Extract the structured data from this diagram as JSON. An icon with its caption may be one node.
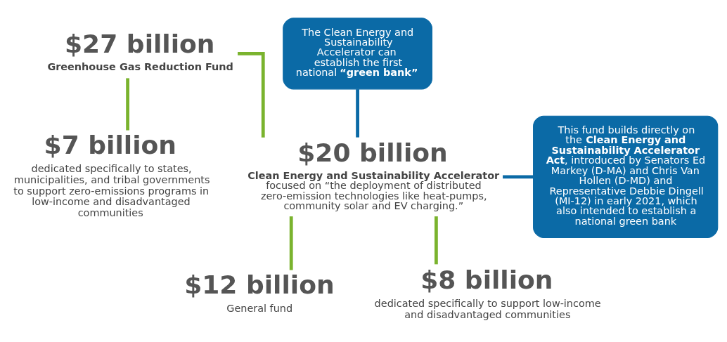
{
  "diagram": {
    "nodes": [
      {
        "text": [
          "$27 billion",
          "**Greenhouse Gas Reduction Fund**"
        ]
      },
      {
        "text": [
          "$7 billion",
          "dedicated specifically to states, municipalities, and tribal governments to support zero-emissions programs in low-income and disadvantaged communities"
        ]
      },
      {
        "text": [
          "$20 billion",
          "**Clean Energy and Sustainability Accelerator** focused on “the deployment of distributed zero-emission technologies like heat-pumps, community solar and EV charging.”"
        ]
      },
      {
        "text": [
          "$12 billion",
          "General fund"
        ]
      },
      {
        "text": [
          "$8 billion",
          "dedicated specifically to support low-income and disadvantaged communities"
        ]
      },
      {
        "text": [
          "The Clean Energy and Sustainability Accelerator can establish the first national **“green bank”**"
        ]
      },
      {
        "text": [
          "This fund builds directly on the **Clean Energy and Sustainability Accelerator Act**, introduced by Senators Ed Markey (D-MA) and Chris Van Hollen (D-MD) and Representative Debbie Dingell (MI-12) in early 2021, which also intended to establish a national green bank"
        ]
      }
    ],
    "edges": [
      {
        "from": 0,
        "to": 1,
        "arrow": "none"
      },
      {
        "from": 0,
        "to": 2,
        "arrow": "none"
      },
      {
        "from": 2,
        "to": 3,
        "arrow": "none"
      },
      {
        "from": 2,
        "to": 4,
        "arrow": "none"
      },
      {
        "from": 5,
        "to": 2,
        "arrow": "none",
        "color": "#0b6aa6"
      },
      {
        "from": 6,
        "to": 2,
        "arrow": "none",
        "color": "#0b6aa6"
      }
    ]
  }
}
